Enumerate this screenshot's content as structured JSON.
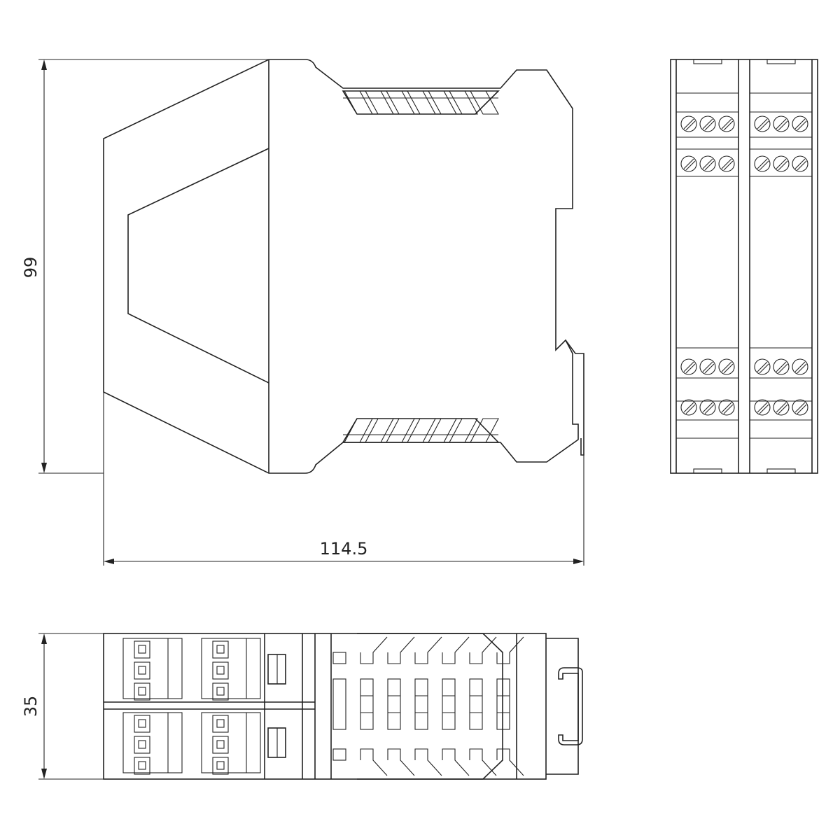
{
  "drawing": {
    "dimensions": {
      "height": "99",
      "width": "114.5",
      "depth": "35"
    },
    "views": {
      "side": {
        "upper_vent_slots": 7,
        "lower_vent_slots": 7
      },
      "front": {
        "modules": 2,
        "terminals_per_row": 3,
        "terminal_rows_per_module": 4
      },
      "bottom": {
        "connector_blocks": 4,
        "slots_per_connector": 3,
        "vent_columns": 6
      }
    }
  }
}
